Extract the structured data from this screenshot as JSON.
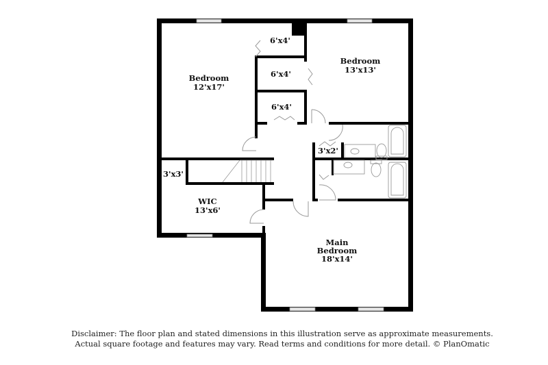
{
  "rooms": {
    "bedroom_left": {
      "name": "Bedroom",
      "dims": "12'x17'"
    },
    "bedroom_right": {
      "name": "Bedroom",
      "dims": "13'x13'"
    },
    "closet_1": {
      "dims": "6'x4'"
    },
    "closet_2": {
      "dims": "6'x4'"
    },
    "closet_3": {
      "dims": "6'x4'"
    },
    "closet_small": {
      "dims": "3'x2'"
    },
    "closet_stair": {
      "dims": "3'x3'"
    },
    "wic": {
      "name": "WIC",
      "dims": "13'x6'"
    },
    "main_bedroom": {
      "name_line1": "Main",
      "name_line2": "Bedroom",
      "dims": "18'x14'"
    }
  },
  "disclaimer": {
    "line1": "Disclaimer: The floor plan and stated dimensions in this illustration serve as approximate measurements.",
    "line2": "Actual square footage and features may vary. Read terms and conditions for more detail. © PlanOmatic"
  },
  "colors": {
    "wall": "#000000",
    "fixture": "#9a9a9a",
    "window": "#cfcfcf"
  }
}
